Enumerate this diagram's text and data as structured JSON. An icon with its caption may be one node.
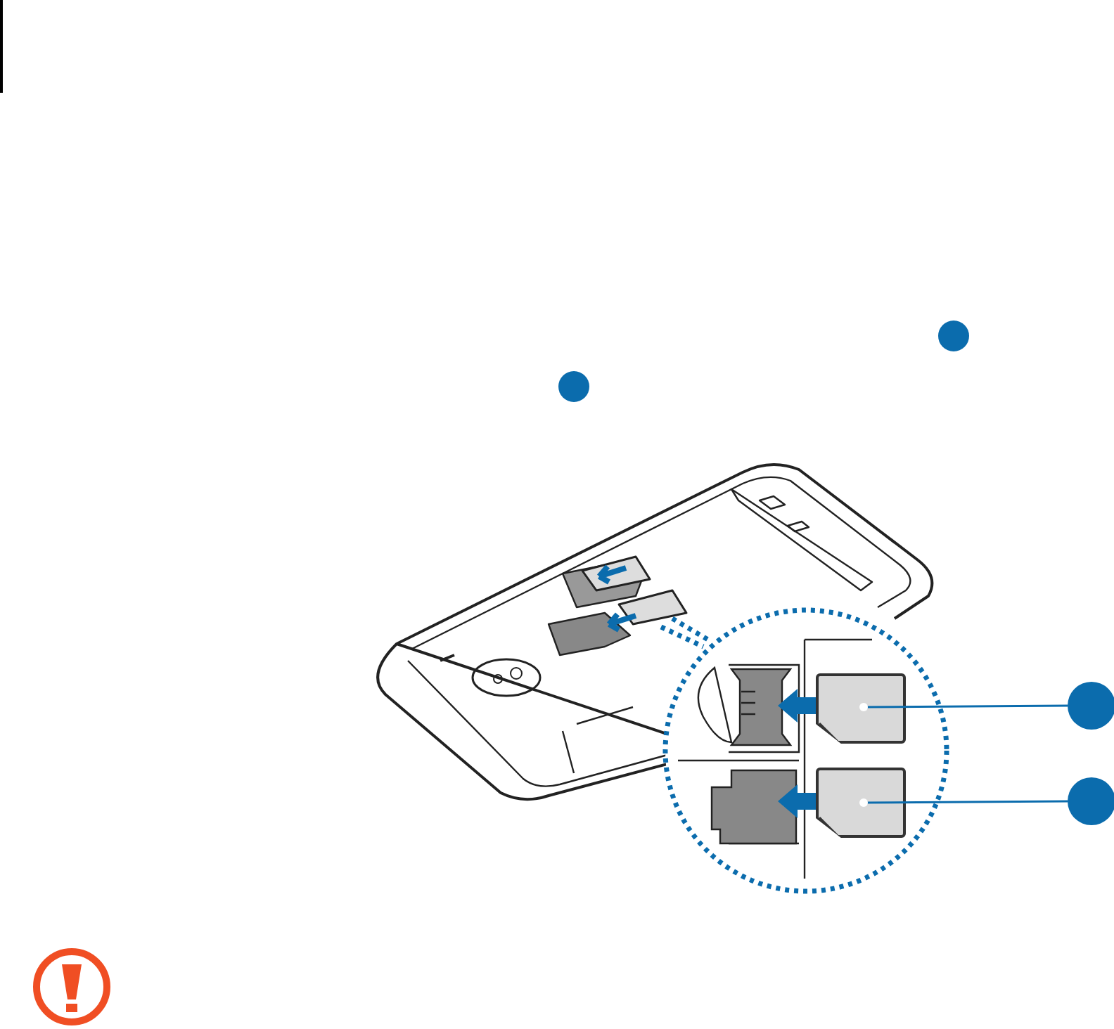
{
  "diagram": {
    "nodes": [
      {
        "text": [],
        "shape": "circle"
      },
      {
        "text": [],
        "shape": "circle"
      },
      {
        "text": [],
        "shape": "circle"
      },
      {
        "text": [],
        "shape": "circle"
      },
      {
        "text": [],
        "shape": "box"
      },
      {
        "text": [],
        "shape": "box"
      }
    ],
    "edges": [
      {
        "from": 2,
        "to": 4,
        "arrow": "none"
      },
      {
        "from": 3,
        "to": 5,
        "arrow": "none"
      }
    ]
  }
}
